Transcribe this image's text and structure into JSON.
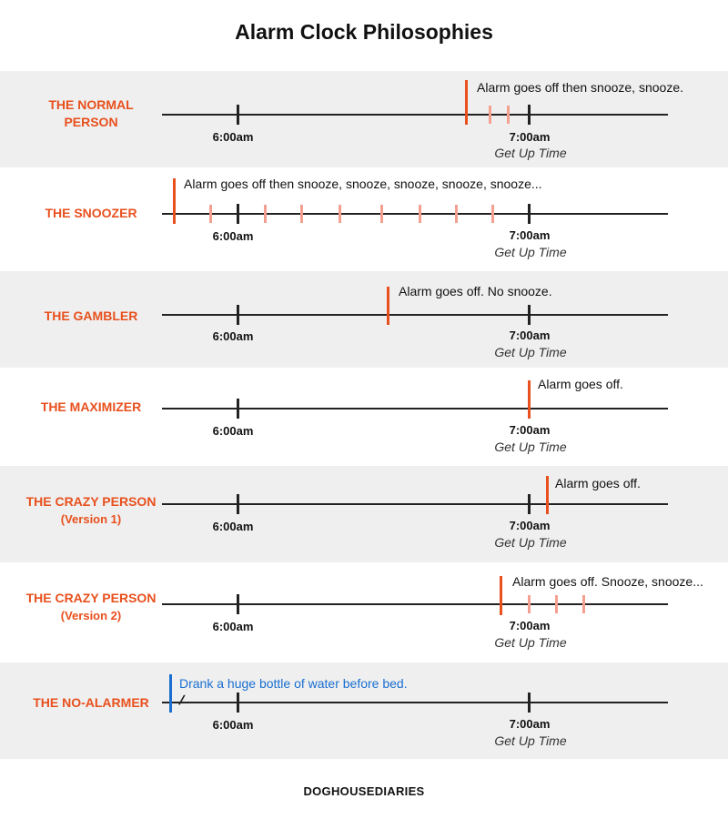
{
  "title": "Alarm Clock Philosophies",
  "axis": {
    "six_label": "6:00am",
    "seven_label": "7:00am",
    "get_up_label": "Get Up Time"
  },
  "rows": [
    {
      "label": "THE NORMAL",
      "label2": "PERSON",
      "note": "Alarm goes off then snooze, snooze."
    },
    {
      "label": "THE SNOOZER",
      "label2": "",
      "note": "Alarm goes off then snooze, snooze, snooze, snooze, snooze..."
    },
    {
      "label": "THE GAMBLER",
      "label2": "",
      "note": "Alarm goes off. No snooze."
    },
    {
      "label": "THE MAXIMIZER",
      "label2": "",
      "note": "Alarm goes off."
    },
    {
      "label": "THE CRAZY PERSON",
      "label2": "(Version 1)",
      "note": "Alarm goes off."
    },
    {
      "label": "THE CRAZY PERSON",
      "label2": "(Version 2)",
      "note": "Alarm goes off. Snooze, snooze..."
    },
    {
      "label": "THE NO-ALARMER",
      "label2": "",
      "note": "Drank a huge bottle of water before bed."
    }
  ],
  "credit": "DOGHOUSEDIARIES",
  "colors": {
    "alarm": "#e8501d",
    "snooze": "#f4a090",
    "water": "#1a6fd1",
    "shade": "#efefef"
  }
}
